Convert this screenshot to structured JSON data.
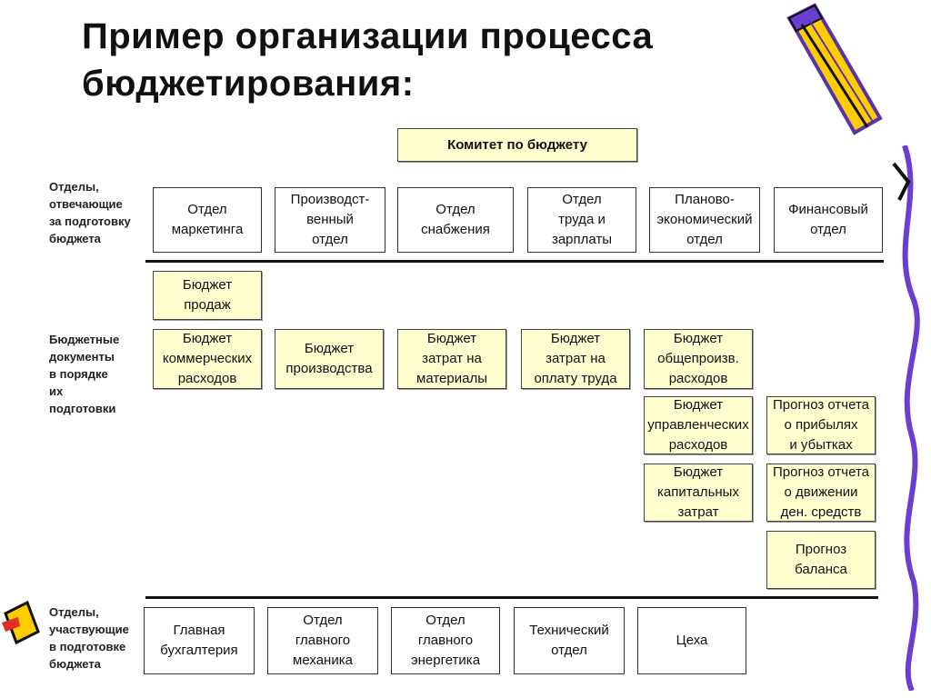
{
  "title": "Пример организации процесса бюджетирования:",
  "committee": "Комитет по бюджету",
  "side_labels": {
    "responsible": "Отделы,\nотвечающие\nза подготовку\nбюджета",
    "documents": "Бюджетные\nдокументы\nв порядке\nих\nподготовки",
    "participating": "Отделы,\nучаствующие\nв подготовке\nбюджета"
  },
  "departments_top": [
    "Отдел\nмаркетинга",
    "Производст-\nвенный\nотдел",
    "Отдел\nснабжения",
    "Отдел\nтруда и\nзарплаты",
    "Планово-\nэкономический\nотдел",
    "Финансовый\nотдел"
  ],
  "budget_documents": [
    "Бюджет\nпродаж",
    "Бюджет\nкоммерческих\nрасходов",
    "Бюджет\nпроизводства",
    "Бюджет\nзатрат на\nматериалы",
    "Бюджет\nзатрат на\nоплату труда",
    "Бюджет\nобщепроизв.\nрасходов",
    "Бюджет\nуправленческих\nрасходов",
    "Прогноз отчета\nо прибылях\nи убытках",
    "Бюджет\nкапитальных\nзатрат",
    "Прогноз отчета\nо движении\nден. средств",
    "Прогноз\nбаланса"
  ],
  "departments_bottom": [
    "Главная\nбухгалтерия",
    "Отдел\nглавного\nмеханика",
    "Отдел\nглавного\nэнергетика",
    "Технический\nотдел",
    "Цеха"
  ],
  "colors": {
    "box_fill": "#ffffd0",
    "pencil_body": "#ffcc00",
    "pencil_outline": "#5533aa",
    "decor_purple": "#6a3fd0"
  },
  "icons": [
    "pencil-icon"
  ]
}
